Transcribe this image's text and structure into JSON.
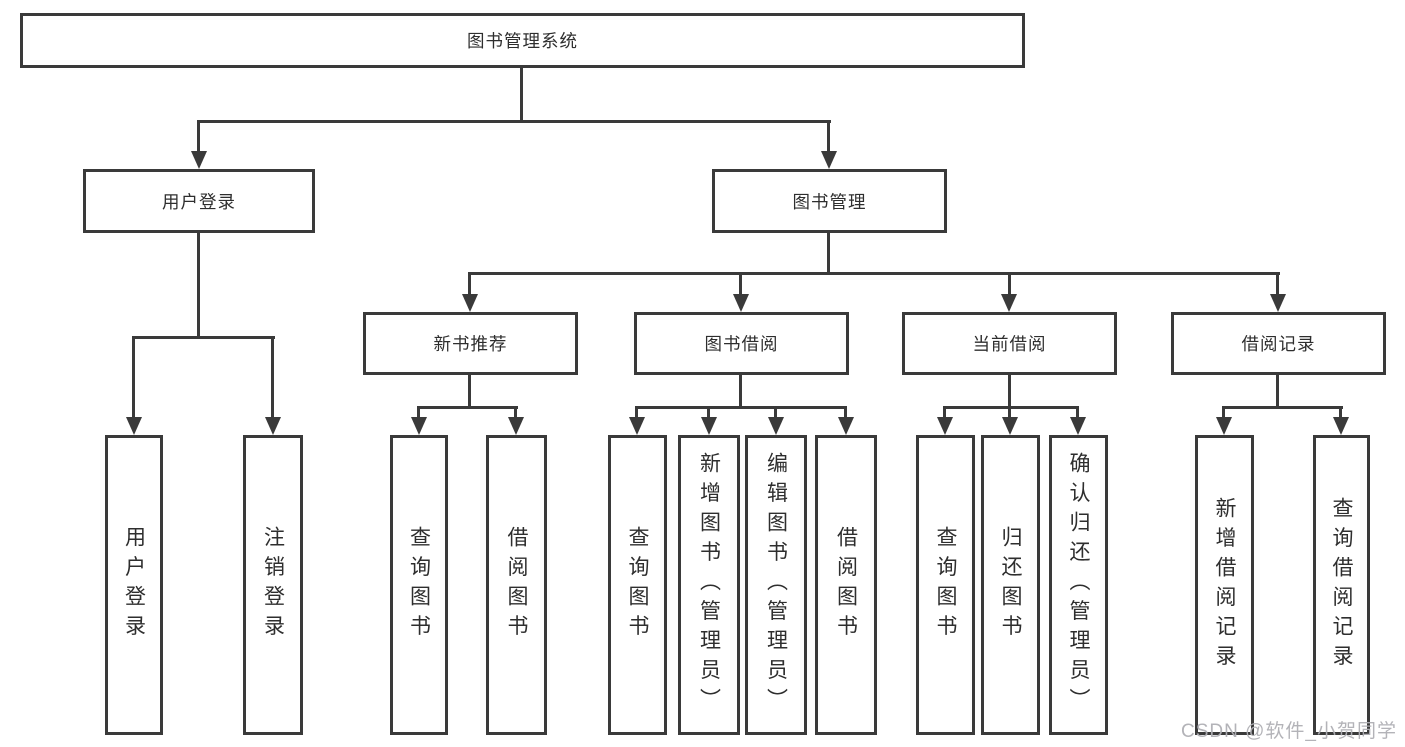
{
  "diagram_type": "hierarchy-tree",
  "tree": {
    "label": "图书管理系统",
    "children": [
      {
        "label": "用户登录",
        "children": [
          {
            "label": "用户登录"
          },
          {
            "label": "注销登录"
          }
        ]
      },
      {
        "label": "图书管理",
        "children": [
          {
            "label": "新书推荐",
            "children": [
              {
                "label": "查询图书"
              },
              {
                "label": "借阅图书"
              }
            ]
          },
          {
            "label": "图书借阅",
            "children": [
              {
                "label": "查询图书"
              },
              {
                "label": "新增图书（管理员）"
              },
              {
                "label": "编辑图书（管理员）"
              },
              {
                "label": "借阅图书"
              }
            ]
          },
          {
            "label": "当前借阅",
            "children": [
              {
                "label": "查询图书"
              },
              {
                "label": "归还图书"
              },
              {
                "label": "确认归还（管理员）"
              }
            ]
          },
          {
            "label": "借阅记录",
            "children": [
              {
                "label": "新增借阅记录"
              },
              {
                "label": "查询借阅记录"
              }
            ]
          }
        ]
      }
    ]
  },
  "watermark": "CSDN @软件_小贺同学",
  "colors": {
    "line": "#3a3a3a",
    "box_border": "#3a3a3a",
    "box_fill": "#ffffff",
    "text": "#2e2e2e",
    "watermark": "#b0b0b5"
  }
}
